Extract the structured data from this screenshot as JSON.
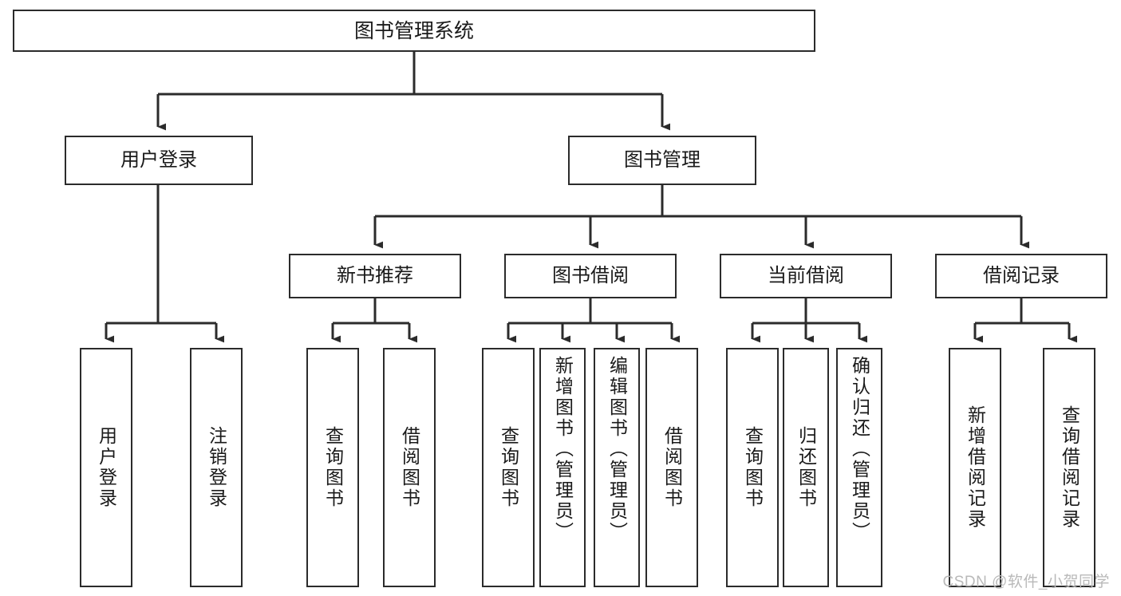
{
  "diagram": {
    "title": "图书管理系统",
    "type": "hierarchy-tree",
    "root": {
      "id": "root",
      "label": "图书管理系统"
    },
    "level1": [
      {
        "id": "user-login",
        "label": "用户登录"
      },
      {
        "id": "book-management",
        "label": "图书管理"
      }
    ],
    "level2": [
      {
        "id": "new-book-recommend",
        "label": "新书推荐",
        "parent": "book-management"
      },
      {
        "id": "book-borrow",
        "label": "图书借阅",
        "parent": "book-management"
      },
      {
        "id": "current-borrow",
        "label": "当前借阅",
        "parent": "book-management"
      },
      {
        "id": "borrow-record",
        "label": "借阅记录",
        "parent": "book-management"
      }
    ],
    "leaves": [
      {
        "id": "leaf-user-login",
        "label": "用户登录",
        "parent": "user-login"
      },
      {
        "id": "leaf-logout-login",
        "label": "注销登录",
        "parent": "user-login"
      },
      {
        "id": "leaf-query-book-1",
        "label": "查询图书",
        "parent": "new-book-recommend"
      },
      {
        "id": "leaf-borrow-book-1",
        "label": "借阅图书",
        "parent": "new-book-recommend"
      },
      {
        "id": "leaf-query-book-2",
        "label": "查询图书",
        "parent": "book-borrow"
      },
      {
        "id": "leaf-add-book",
        "label": "新增图书（管理员）",
        "parent": "book-borrow"
      },
      {
        "id": "leaf-edit-book",
        "label": "编辑图书（管理员）",
        "parent": "book-borrow"
      },
      {
        "id": "leaf-borrow-book-2",
        "label": "借阅图书",
        "parent": "book-borrow"
      },
      {
        "id": "leaf-query-book-3",
        "label": "查询图书",
        "parent": "current-borrow"
      },
      {
        "id": "leaf-return-book",
        "label": "归还图书",
        "parent": "current-borrow"
      },
      {
        "id": "leaf-confirm-return",
        "label": "确认归还（管理员）",
        "parent": "current-borrow"
      },
      {
        "id": "leaf-add-record",
        "label": "新增借阅记录",
        "parent": "borrow-record"
      },
      {
        "id": "leaf-query-record",
        "label": "查询借阅记录",
        "parent": "borrow-record"
      }
    ],
    "colors": {
      "stroke": "#2b2b2b",
      "text": "#1a1a1a",
      "background": "#ffffff",
      "watermark": "#b9b9b9"
    }
  },
  "watermark": {
    "text": "CSDN @软件_小贺同学"
  }
}
